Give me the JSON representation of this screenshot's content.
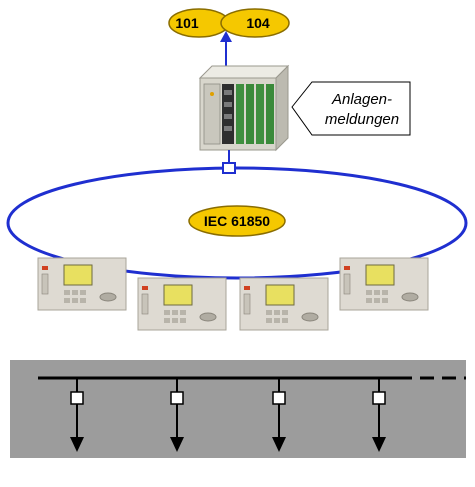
{
  "protocols": {
    "left": "101",
    "right": "104",
    "ring": "IEC 61850"
  },
  "callout": {
    "line1": "Anlagen-",
    "line2": "meldungen"
  },
  "colors": {
    "ring": "#1f2fd0",
    "oval_fill": "#f5c800",
    "oval_stroke": "#8a6d00",
    "busbar_panel": "#9c9c9c",
    "device_body": "#dedad2",
    "lcd": "#e8e060"
  },
  "feeders": [
    {
      "id": "feeder-1"
    },
    {
      "id": "feeder-2"
    },
    {
      "id": "feeder-3"
    },
    {
      "id": "feeder-4"
    }
  ]
}
